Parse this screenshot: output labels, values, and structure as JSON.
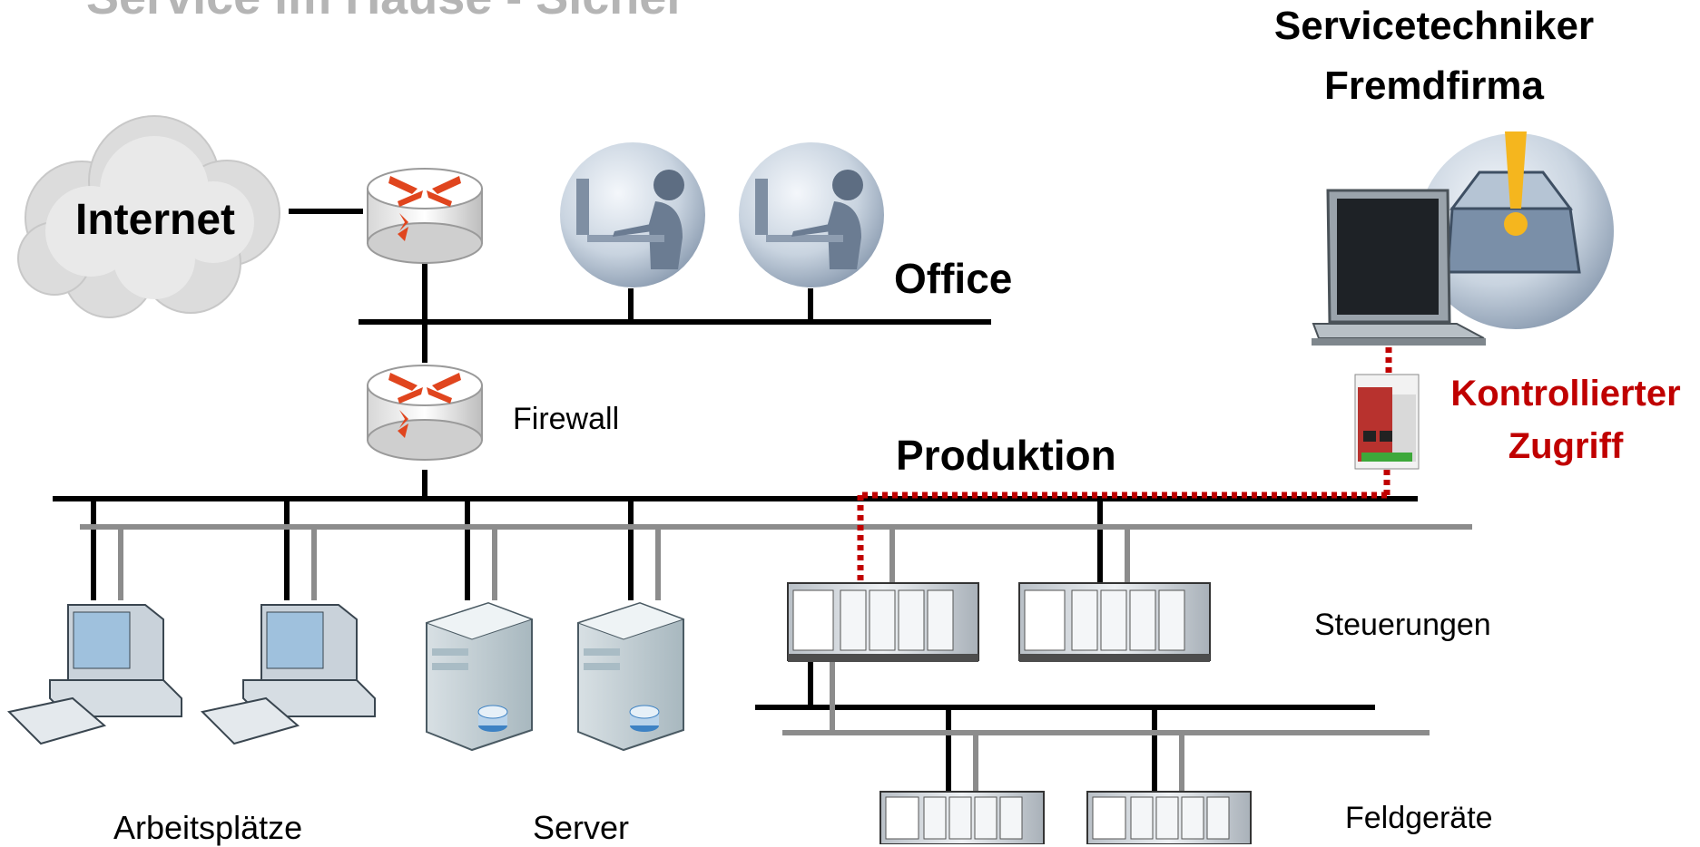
{
  "title_cut": "Service im Hause - Sicher",
  "labels": {
    "internet": "Internet",
    "office": "Office",
    "firewall": "Firewall",
    "produktion": "Produktion",
    "technician_line1": "Servicetechniker",
    "technician_line2": "Fremdfirma",
    "access_line1": "Kontrollierter",
    "access_line2": "Zugriff",
    "steuerungen": "Steuerungen",
    "feldgeraete": "Feldgeräte",
    "arbeitsplaetze": "Arbeitsplätze",
    "server": "Server"
  },
  "colors": {
    "network_primary": "#000000",
    "network_secondary": "#8c8c8c",
    "controlled_access": "#c00000",
    "router_arrows": "#e0451e",
    "device_body": "#d9dfe5"
  },
  "icons": {
    "cloud": "cloud-icon",
    "router": "router-icon",
    "firewall": "firewall-router-icon",
    "office_user": "user-at-desk-icon",
    "laptop": "laptop-icon",
    "toolbox": "toolbox-warning-icon",
    "gateway": "din-rail-gateway-icon",
    "controller": "plc-rack-icon",
    "field_device": "field-device-rack-icon",
    "workstation": "desktop-computer-icon",
    "server": "server-tower-icon"
  }
}
